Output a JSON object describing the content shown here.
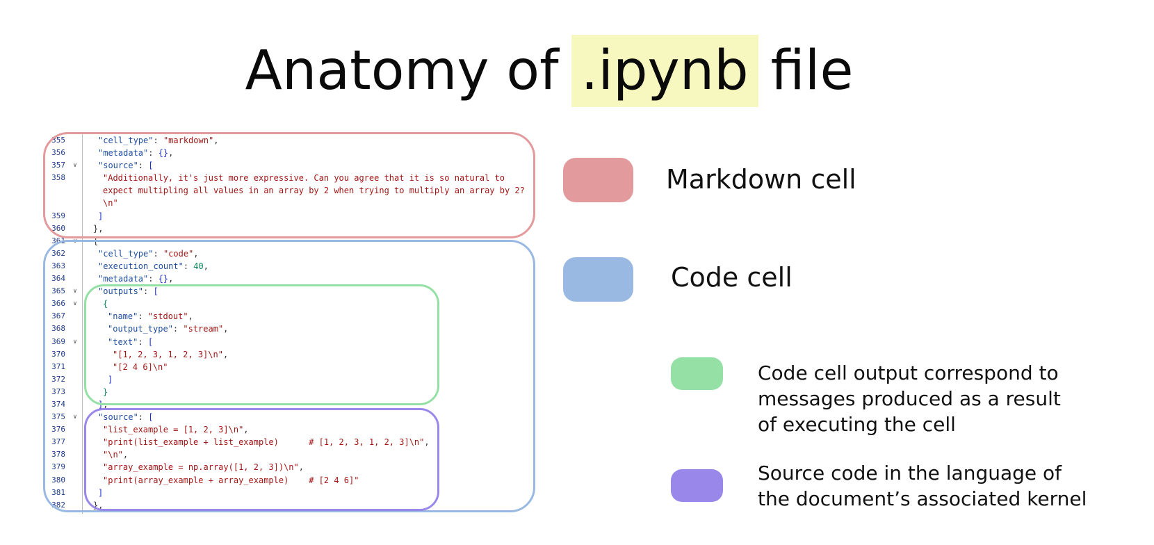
{
  "title": {
    "before": "Anatomy of",
    "highlight": ".ipynb",
    "after": "file"
  },
  "code_lines": [
    {
      "ln": "355",
      "fold": false,
      "indent": 1,
      "tokens": [
        [
          "k",
          "\"cell_type\""
        ],
        [
          "p",
          ": "
        ],
        [
          "s",
          "\"markdown\""
        ],
        [
          "p",
          ","
        ]
      ]
    },
    {
      "ln": "356",
      "fold": false,
      "indent": 1,
      "tokens": [
        [
          "k",
          "\"metadata\""
        ],
        [
          "p",
          ": "
        ],
        [
          "b",
          "{}"
        ],
        [
          "p",
          ","
        ]
      ]
    },
    {
      "ln": "357",
      "fold": true,
      "indent": 1,
      "tokens": [
        [
          "k",
          "\"source\""
        ],
        [
          "p",
          ": "
        ],
        [
          "b",
          "["
        ]
      ]
    },
    {
      "ln": "358",
      "fold": false,
      "indent": 2,
      "tokens": [
        [
          "s",
          "\"Additionally, it's just more expressive. Can you agree that it is so natural to"
        ]
      ]
    },
    {
      "ln": "",
      "fold": false,
      "indent": 2,
      "tokens": [
        [
          "s",
          "expect multipling all values in an array by 2 when trying to multiply an array by 2?"
        ]
      ]
    },
    {
      "ln": "",
      "fold": false,
      "indent": 2,
      "tokens": [
        [
          "s",
          "\\n\""
        ]
      ]
    },
    {
      "ln": "359",
      "fold": false,
      "indent": 1,
      "tokens": [
        [
          "b",
          "]"
        ]
      ]
    },
    {
      "ln": "360",
      "fold": false,
      "indent": 0,
      "tokens": [
        [
          "p",
          "},"
        ]
      ]
    },
    {
      "ln": "361",
      "fold": true,
      "indent": 0,
      "tokens": [
        [
          "p",
          "{"
        ]
      ]
    },
    {
      "ln": "362",
      "fold": false,
      "indent": 1,
      "tokens": [
        [
          "k",
          "\"cell_type\""
        ],
        [
          "p",
          ": "
        ],
        [
          "s",
          "\"code\""
        ],
        [
          "p",
          ","
        ]
      ]
    },
    {
      "ln": "363",
      "fold": false,
      "indent": 1,
      "tokens": [
        [
          "k",
          "\"execution_count\""
        ],
        [
          "p",
          ": "
        ],
        [
          "n",
          "40"
        ],
        [
          "p",
          ","
        ]
      ]
    },
    {
      "ln": "364",
      "fold": false,
      "indent": 1,
      "tokens": [
        [
          "k",
          "\"metadata\""
        ],
        [
          "p",
          ": "
        ],
        [
          "b",
          "{}"
        ],
        [
          "p",
          ","
        ]
      ]
    },
    {
      "ln": "365",
      "fold": true,
      "indent": 1,
      "tokens": [
        [
          "k",
          "\"outputs\""
        ],
        [
          "p",
          ": "
        ],
        [
          "b",
          "["
        ]
      ]
    },
    {
      "ln": "366",
      "fold": true,
      "indent": 2,
      "tokens": [
        [
          "n",
          "{"
        ]
      ]
    },
    {
      "ln": "367",
      "fold": false,
      "indent": 3,
      "tokens": [
        [
          "k",
          "\"name\""
        ],
        [
          "p",
          ": "
        ],
        [
          "s",
          "\"stdout\""
        ],
        [
          "p",
          ","
        ]
      ]
    },
    {
      "ln": "368",
      "fold": false,
      "indent": 3,
      "tokens": [
        [
          "k",
          "\"output_type\""
        ],
        [
          "p",
          ": "
        ],
        [
          "s",
          "\"stream\""
        ],
        [
          "p",
          ","
        ]
      ]
    },
    {
      "ln": "369",
      "fold": true,
      "indent": 3,
      "tokens": [
        [
          "k",
          "\"text\""
        ],
        [
          "p",
          ": "
        ],
        [
          "b",
          "["
        ]
      ]
    },
    {
      "ln": "370",
      "fold": false,
      "indent": 4,
      "tokens": [
        [
          "s",
          "\"[1, 2, 3, 1, 2, 3]\\n\""
        ],
        [
          "p",
          ","
        ]
      ]
    },
    {
      "ln": "371",
      "fold": false,
      "indent": 4,
      "tokens": [
        [
          "s",
          "\"[2 4 6]\\n\""
        ]
      ]
    },
    {
      "ln": "372",
      "fold": false,
      "indent": 3,
      "tokens": [
        [
          "b",
          "]"
        ]
      ]
    },
    {
      "ln": "373",
      "fold": false,
      "indent": 2,
      "tokens": [
        [
          "n",
          "}"
        ]
      ]
    },
    {
      "ln": "374",
      "fold": false,
      "indent": 1,
      "tokens": [
        [
          "b",
          "]"
        ],
        [
          "p",
          ","
        ]
      ]
    },
    {
      "ln": "375",
      "fold": true,
      "indent": 1,
      "tokens": [
        [
          "k",
          "\"source\""
        ],
        [
          "p",
          ": "
        ],
        [
          "b",
          "["
        ]
      ]
    },
    {
      "ln": "376",
      "fold": false,
      "indent": 2,
      "tokens": [
        [
          "s",
          "\"list_example = [1, 2, 3]\\n\""
        ],
        [
          "p",
          ","
        ]
      ]
    },
    {
      "ln": "377",
      "fold": false,
      "indent": 2,
      "tokens": [
        [
          "s",
          "\"print(list_example + list_example)      # [1, 2, 3, 1, 2, 3]\\n\""
        ],
        [
          "p",
          ","
        ]
      ]
    },
    {
      "ln": "378",
      "fold": false,
      "indent": 2,
      "tokens": [
        [
          "s",
          "\"\\n\""
        ],
        [
          "p",
          ","
        ]
      ]
    },
    {
      "ln": "379",
      "fold": false,
      "indent": 2,
      "tokens": [
        [
          "s",
          "\"array_example = np.array([1, 2, 3])\\n\""
        ],
        [
          "p",
          ","
        ]
      ]
    },
    {
      "ln": "380",
      "fold": false,
      "indent": 2,
      "tokens": [
        [
          "s",
          "\"print(array_example + array_example)    # [2 4 6]\""
        ]
      ]
    },
    {
      "ln": "381",
      "fold": false,
      "indent": 1,
      "tokens": [
        [
          "b",
          "]"
        ]
      ]
    },
    {
      "ln": "382",
      "fold": false,
      "indent": 0,
      "tokens": [
        [
          "p",
          "},"
        ]
      ]
    }
  ],
  "legend": {
    "markdown": {
      "label": "Markdown cell",
      "color": "#e39a9c"
    },
    "code": {
      "label": "Code cell",
      "color": "#9ab9e2"
    },
    "output": {
      "label": "Code cell output correspond to\nmessages produced as a result\nof executing the cell",
      "color": "#94e0a5"
    },
    "source": {
      "label": "Source code in the language of\nthe document’s associated kernel",
      "color": "#9a87ea"
    }
  },
  "colors": {
    "highlight": "#f7f8bf",
    "markdown_box": "#e39a9c",
    "code_box": "#9ab9e2",
    "output_box": "#94e0a5",
    "source_box": "#9a87ea"
  }
}
